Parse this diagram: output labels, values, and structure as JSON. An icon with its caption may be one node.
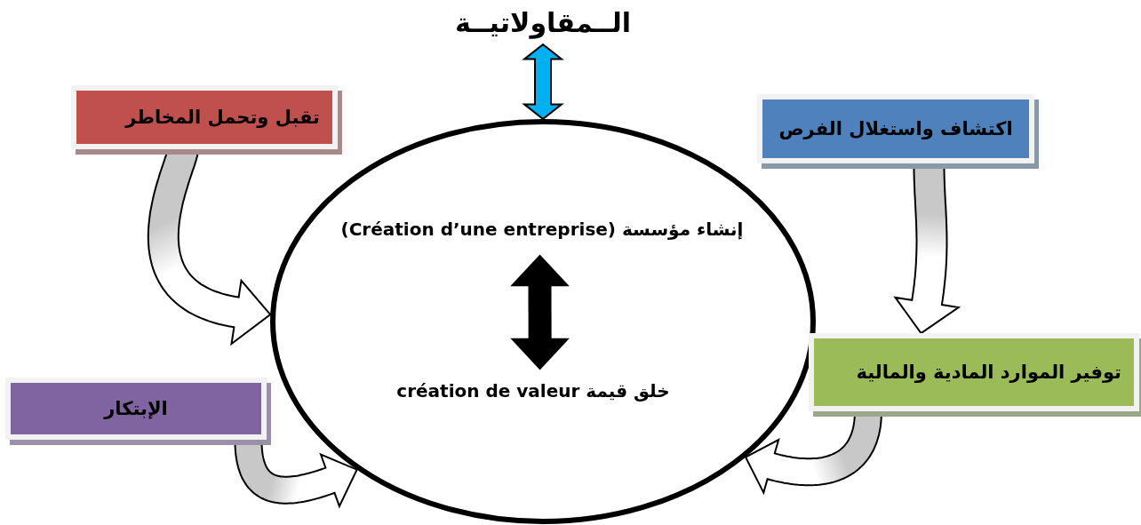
{
  "diagram": {
    "nodes": [
      {
        "text": [
          "الــمقاولاتيــة"
        ]
      },
      {
        "text": [
          "تقبل وتحمل المخاطر"
        ]
      },
      {
        "text": [
          "اكتشاف واستغلال الفرص"
        ]
      },
      {
        "text": [],
        "shape": "circle"
      },
      {
        "text": [
          "(Création d’une entreprise) إنشاء مؤسسة"
        ],
        "in": 3
      },
      {
        "text": [
          "création de valeur  خلق قيمة"
        ],
        "in": 3
      },
      {
        "text": [
          "توفير الموارد المادية والمالية"
        ]
      },
      {
        "text": [
          "الإبتكار"
        ]
      }
    ],
    "edges": [
      {
        "from": 0,
        "to": 3,
        "arrow": "both",
        "color": "#00b0f0"
      },
      {
        "from": 4,
        "to": 5,
        "arrow": "both",
        "color": "#000000"
      },
      {
        "from": 1,
        "to": 3,
        "arrow": "to"
      },
      {
        "from": 2,
        "to": 6,
        "arrow": "to"
      },
      {
        "from": 7,
        "to": 3,
        "arrow": "to"
      },
      {
        "from": 6,
        "to": 3,
        "arrow": "to"
      }
    ]
  }
}
